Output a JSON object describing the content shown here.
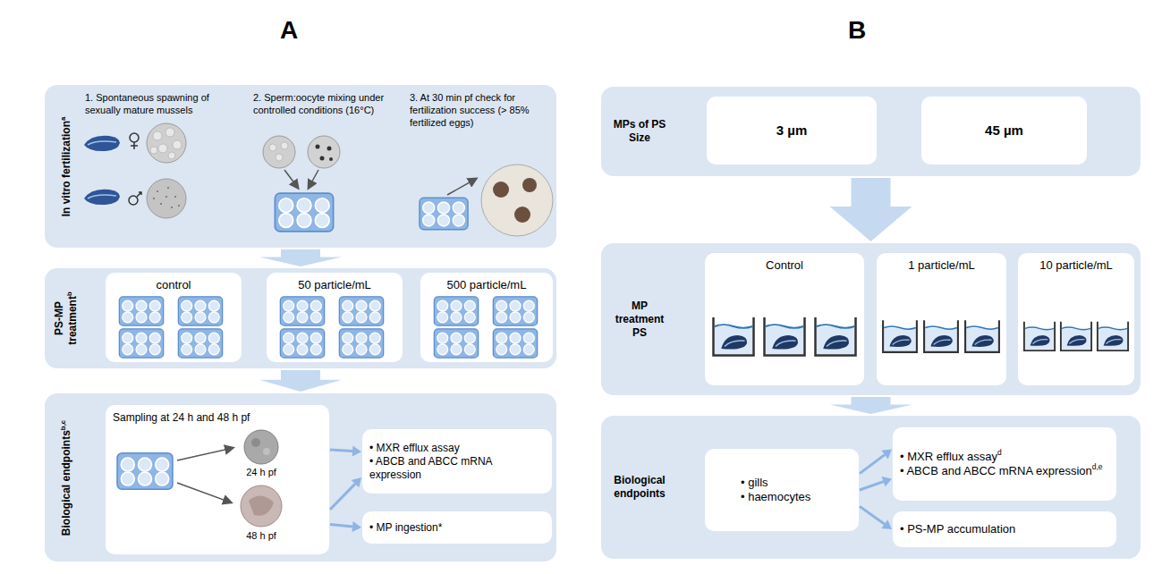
{
  "diagram": {
    "nodes": [
      {
        "text": [
          "In vitro fertilization",
          "a",
          "1. Spontaneous spawning of sexually mature mussels",
          "2. Sperm:oocyte mixing under controlled conditions (16°C)",
          "3. At 30 min pf check for fertilization success (> 85% fertilized eggs)"
        ]
      },
      {
        "text": [
          "PS-MP treatment",
          "b"
        ]
      },
      {
        "text": [
          "control"
        ],
        "in": 1
      },
      {
        "text": [
          "50 particle/mL"
        ],
        "in": 1
      },
      {
        "text": [
          "500 particle/mL"
        ],
        "in": 1
      },
      {
        "text": [
          "Biological endpoints",
          "b,c"
        ]
      },
      {
        "text": [
          "Sampling at 24 h and 48 h pf",
          "24 h pf",
          "48 h pf"
        ],
        "in": 5
      },
      {
        "text": [
          "• MXR efflux assay",
          "• ABCB and ABCC mRNA expression"
        ],
        "in": 5
      },
      {
        "text": [
          "• MP ingestion*"
        ],
        "in": 5
      },
      {
        "text": [
          "MPs of PS Size"
        ]
      },
      {
        "text": [
          "3 µm"
        ],
        "in": 9
      },
      {
        "text": [
          "45 µm"
        ],
        "in": 9
      },
      {
        "text": [
          "MP treatment PS"
        ]
      },
      {
        "text": [
          "Control"
        ],
        "in": 12
      },
      {
        "text": [
          "1 particle/mL"
        ],
        "in": 12
      },
      {
        "text": [
          "10 particle/mL"
        ],
        "in": 12
      },
      {
        "text": [
          "Biological endpoints"
        ]
      },
      {
        "text": [
          "• gills",
          "• haemocytes"
        ],
        "in": 16
      },
      {
        "text": [
          "• MXR efflux assay",
          "d",
          "• ABCB and ABCC mRNA expression",
          "d,e"
        ],
        "in": 16
      },
      {
        "text": [
          "• PS-MP accumulation"
        ],
        "in": 16
      }
    ],
    "edges": [
      {
        "from": 0,
        "to": 1,
        "arrow": "to"
      },
      {
        "from": 1,
        "to": 5,
        "arrow": "to"
      },
      {
        "from": 6,
        "to": 7,
        "arrow": "to"
      },
      {
        "from": 6,
        "to": 7,
        "arrow": "to"
      },
      {
        "from": 6,
        "to": 8,
        "arrow": "to"
      },
      {
        "from": 9,
        "to": 12,
        "arrow": "to"
      },
      {
        "from": 12,
        "to": 16,
        "arrow": "to"
      },
      {
        "from": 17,
        "to": 18,
        "arrow": "to"
      },
      {
        "from": 17,
        "to": 18,
        "arrow": "to"
      },
      {
        "from": 17,
        "to": 19,
        "arrow": "to"
      }
    ],
    "labels": [
      "A",
      "B"
    ]
  }
}
